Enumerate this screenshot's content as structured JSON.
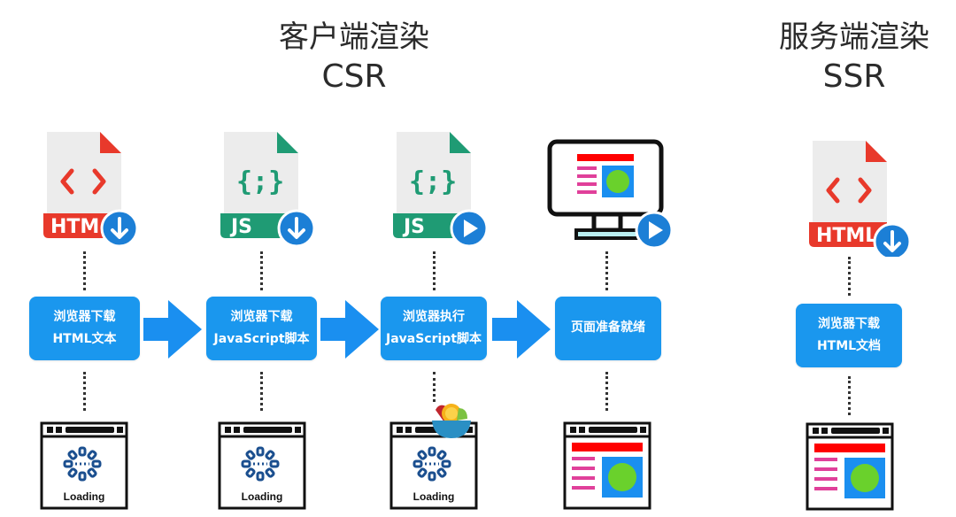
{
  "csr": {
    "title_zh": "客户端渲染",
    "title_en": "CSR",
    "steps": [
      {
        "icon": "html-file-download-icon",
        "file_label": "HTM",
        "line1": "浏览器下载",
        "line2": "HTML文本",
        "page_state": "loading",
        "page_label": "Loading"
      },
      {
        "icon": "js-file-download-icon",
        "file_label": "JS",
        "line1": "浏览器下载",
        "line2": "JavaScript脚本",
        "page_state": "loading",
        "page_label": "Loading"
      },
      {
        "icon": "js-file-execute-icon",
        "file_label": "JS",
        "line1": "浏览器执行",
        "line2": "JavaScript脚本",
        "page_state": "loading",
        "page_label": "Loading"
      },
      {
        "icon": "monitor-play-icon",
        "file_label": "",
        "line1": "页面准备就绪",
        "line2": "",
        "page_state": "ready",
        "page_label": ""
      }
    ]
  },
  "ssr": {
    "title_zh": "服务端渲染",
    "title_en": "SSR",
    "steps": [
      {
        "icon": "html-file-download-icon",
        "file_label": "HTML",
        "line1": "浏览器下载",
        "line2": "HTML文档",
        "page_state": "ready",
        "page_label": ""
      }
    ]
  },
  "colors": {
    "step_box": "#1a97ee",
    "arrow": "#1a8ff0",
    "html_red": "#e8392b",
    "js_green": "#1f9b74",
    "badge_blue": "#1c7fd6",
    "page_red": "#ff0000",
    "page_pink": "#e0409a",
    "page_blue": "#1a8ff0",
    "page_green": "#6ad12c"
  }
}
